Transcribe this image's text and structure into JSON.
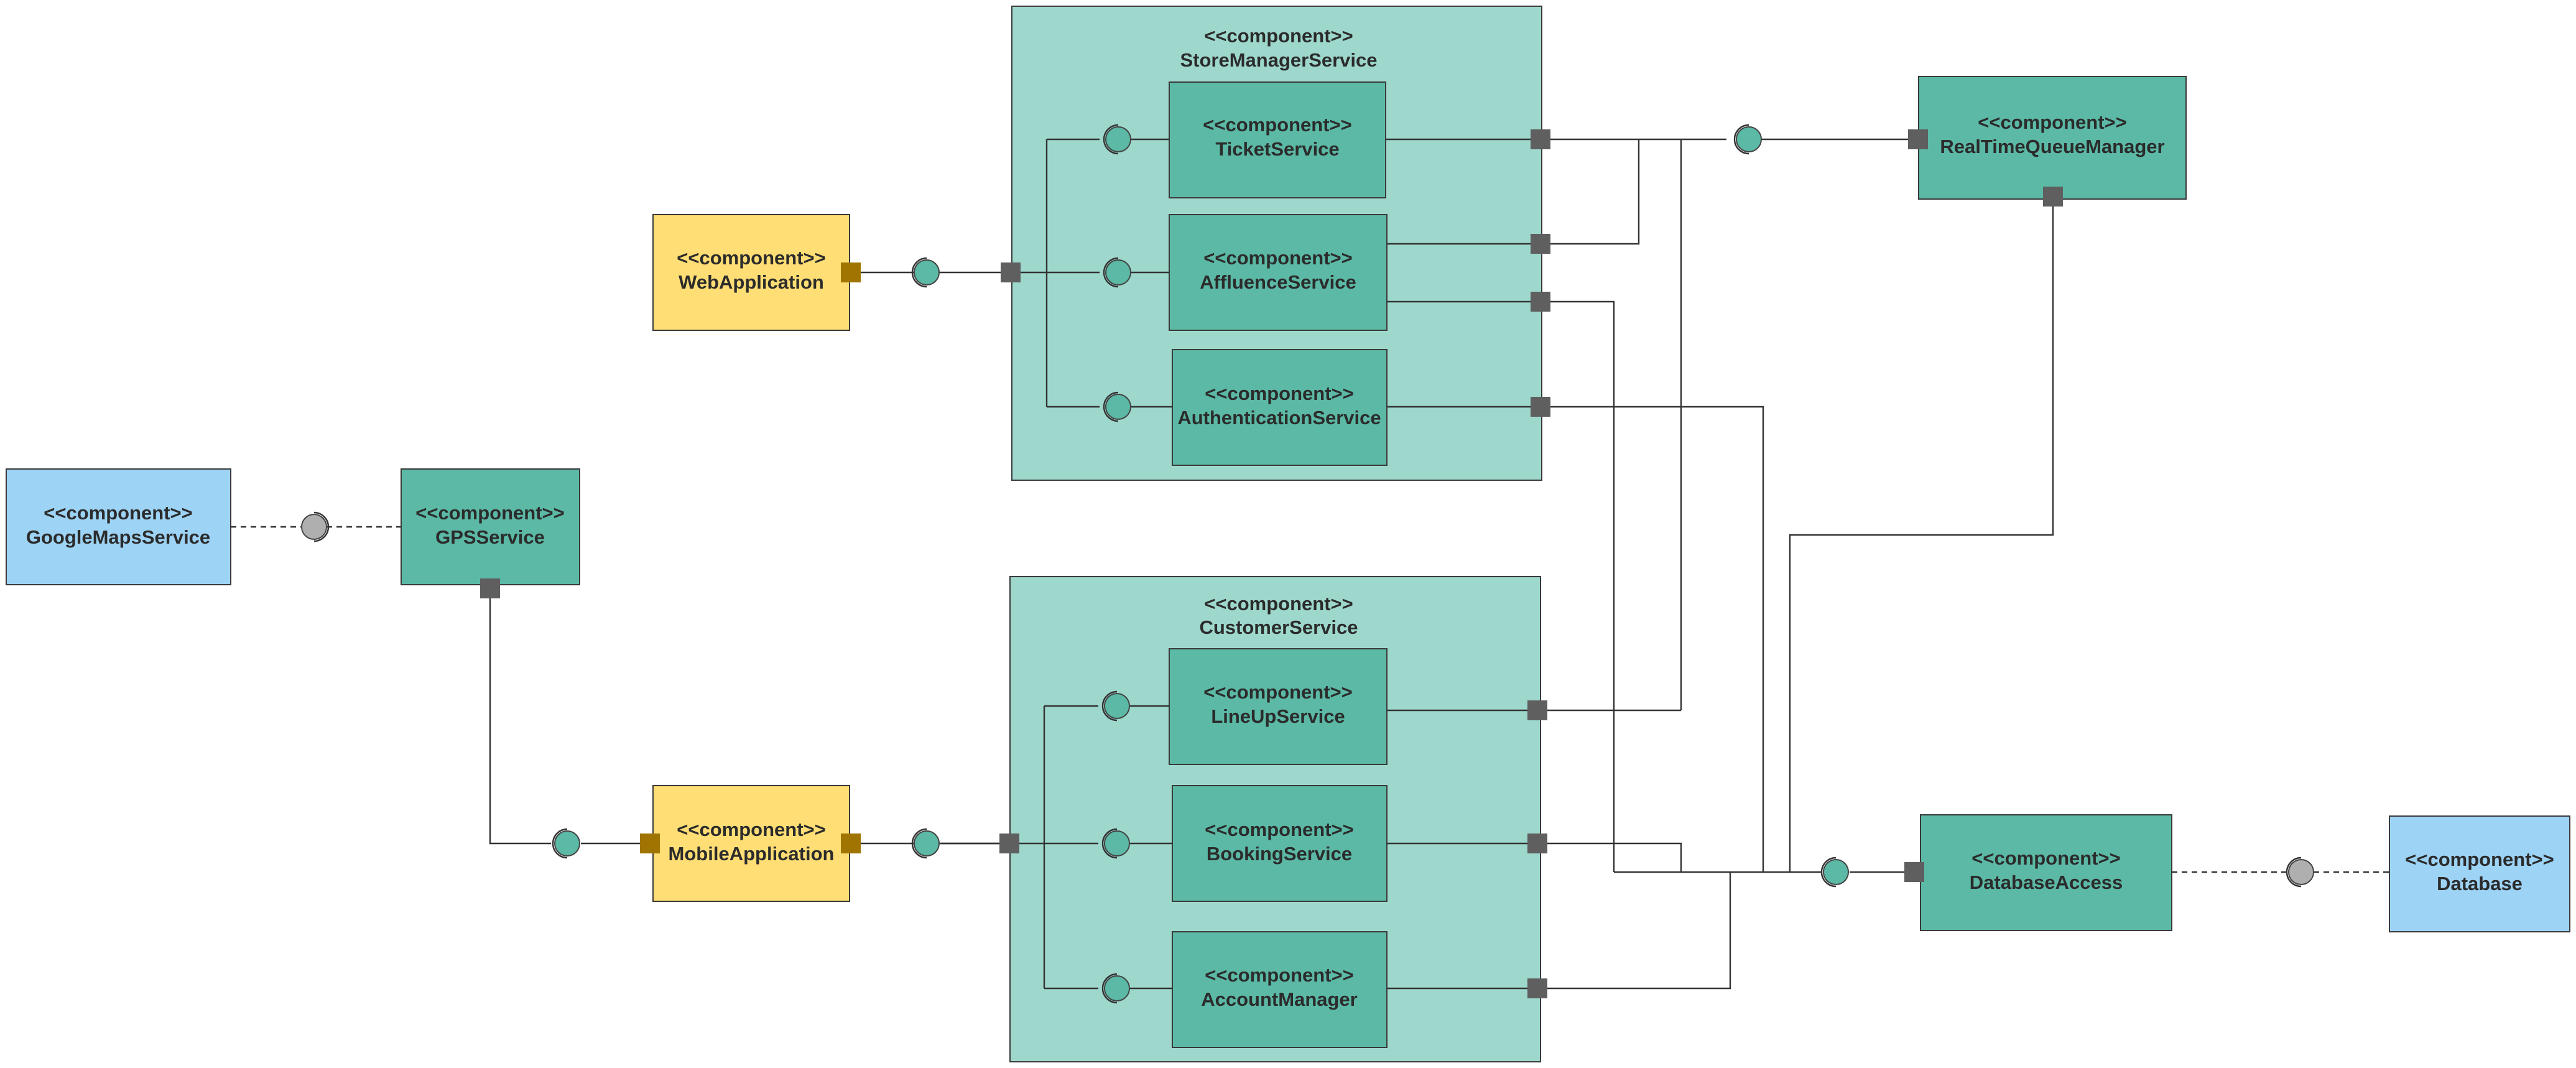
{
  "colors": {
    "container": "#9ED8CD",
    "component_teal": "#5BB9A5",
    "component_yellow": "#FFDE75",
    "component_blue": "#9DD3F5",
    "port_gray": "#5F5F5F",
    "port_gold": "#A07400",
    "ball_teal": "#5BB9A5",
    "ball_gray": "#AFAFAF"
  },
  "containers": {
    "store_manager": {
      "stereotype": "<<component>>",
      "name": "StoreManagerService"
    },
    "customer": {
      "stereotype": "<<component>>",
      "name": "CustomerService"
    }
  },
  "components": {
    "ticket": {
      "stereotype": "<<component>>",
      "name": "TicketService"
    },
    "affluence": {
      "stereotype": "<<component>>",
      "name": "AffluenceService"
    },
    "authentication": {
      "stereotype": "<<component>>",
      "name": "AuthenticationService"
    },
    "realtime": {
      "stereotype": "<<component>>",
      "name": "RealTimeQueueManager"
    },
    "webapp": {
      "stereotype": "<<component>>",
      "name": "WebApplication"
    },
    "googlemaps": {
      "stereotype": "<<component>>",
      "name": "GoogleMapsService"
    },
    "gps": {
      "stereotype": "<<component>>",
      "name": "GPSService"
    },
    "lineup": {
      "stereotype": "<<component>>",
      "name": "LineUpService"
    },
    "booking": {
      "stereotype": "<<component>>",
      "name": "BookingService"
    },
    "account": {
      "stereotype": "<<component>>",
      "name": "AccountManager"
    },
    "mobileapp": {
      "stereotype": "<<component>>",
      "name": "MobileApplication"
    },
    "dbaccess": {
      "stereotype": "<<component>>",
      "name": "DatabaseAccess"
    },
    "database": {
      "stereotype": "<<component>>",
      "name": "Database"
    }
  }
}
